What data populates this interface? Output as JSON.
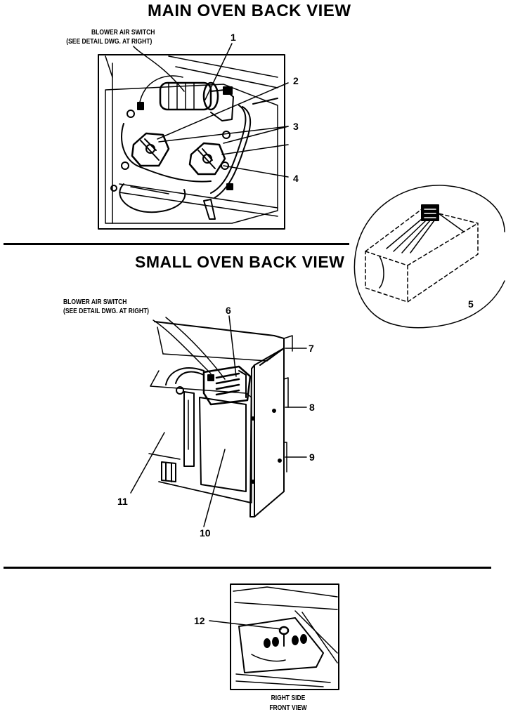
{
  "main_section": {
    "title": "MAIN OVEN BACK VIEW",
    "blower_label_line1": "BLOWER AIR SWITCH",
    "blower_label_line2": "(SEE DETAIL DWG. AT RIGHT)",
    "callouts": [
      "1",
      "2",
      "3",
      "4"
    ]
  },
  "detail": {
    "callout": "5"
  },
  "small_section": {
    "title": "SMALL OVEN BACK VIEW",
    "blower_label_line1": "BLOWER AIR SWITCH",
    "blower_label_line2": "(SEE DETAIL DWG. AT RIGHT)",
    "callouts": [
      "6",
      "7",
      "8",
      "9",
      "10",
      "11"
    ]
  },
  "side_section": {
    "callout": "12",
    "caption_line1": "RIGHT SIDE",
    "caption_line2": "FRONT VIEW"
  }
}
